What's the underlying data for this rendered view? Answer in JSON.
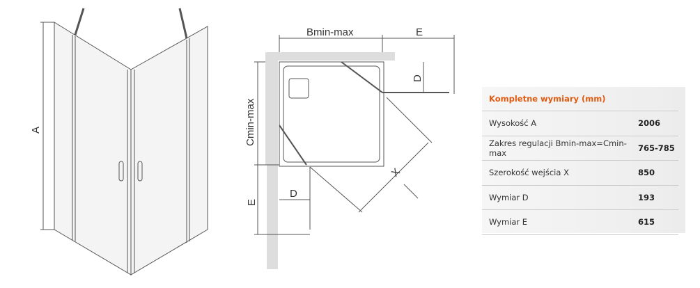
{
  "diagram": {
    "front": {
      "height_label": "A"
    },
    "plan": {
      "b_label": "Bmin-max",
      "c_label": "Cmin-max",
      "d_top": "D",
      "e_top": "E",
      "x_label": "X",
      "d_bottom": "D",
      "e_bottom": "E"
    }
  },
  "table": {
    "title": "Kompletne wymiary (mm)",
    "rows": [
      {
        "label": "Wysokość A",
        "value": "2006"
      },
      {
        "label": "Zakres regulacji Bmin-max=Cmin-max",
        "value": "765-785"
      },
      {
        "label": "Szerokość wejścia X",
        "value": "850"
      },
      {
        "label": "Wymiar D",
        "value": "193"
      },
      {
        "label": "Wymiar E",
        "value": "615"
      }
    ]
  },
  "colors": {
    "accent": "#e05a10"
  }
}
